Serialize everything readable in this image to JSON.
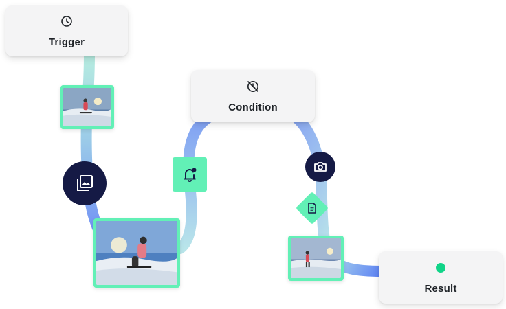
{
  "nodes": {
    "trigger": {
      "label": "Trigger",
      "icon": "compass-icon"
    },
    "condition": {
      "label": "Condition",
      "icon": "alarm-off-icon"
    },
    "result": {
      "label": "Result",
      "icon": "status-dot-icon",
      "dot_color": "#10d488"
    }
  },
  "badges": {
    "gallery": "photo-library-icon",
    "bell": "notification-bell-icon",
    "camera": "camera-icon",
    "document": "document-icon"
  },
  "thumbnails": [
    "snowboarder-photo",
    "snowboarder-photo",
    "snowboarder-photo"
  ],
  "colors": {
    "accent_green": "#62f0b6",
    "dark_navy": "#151a45",
    "connector_teal": "#a8e6dc",
    "connector_blue": "#6f8ff5",
    "node_bg": "#f4f4f5"
  }
}
